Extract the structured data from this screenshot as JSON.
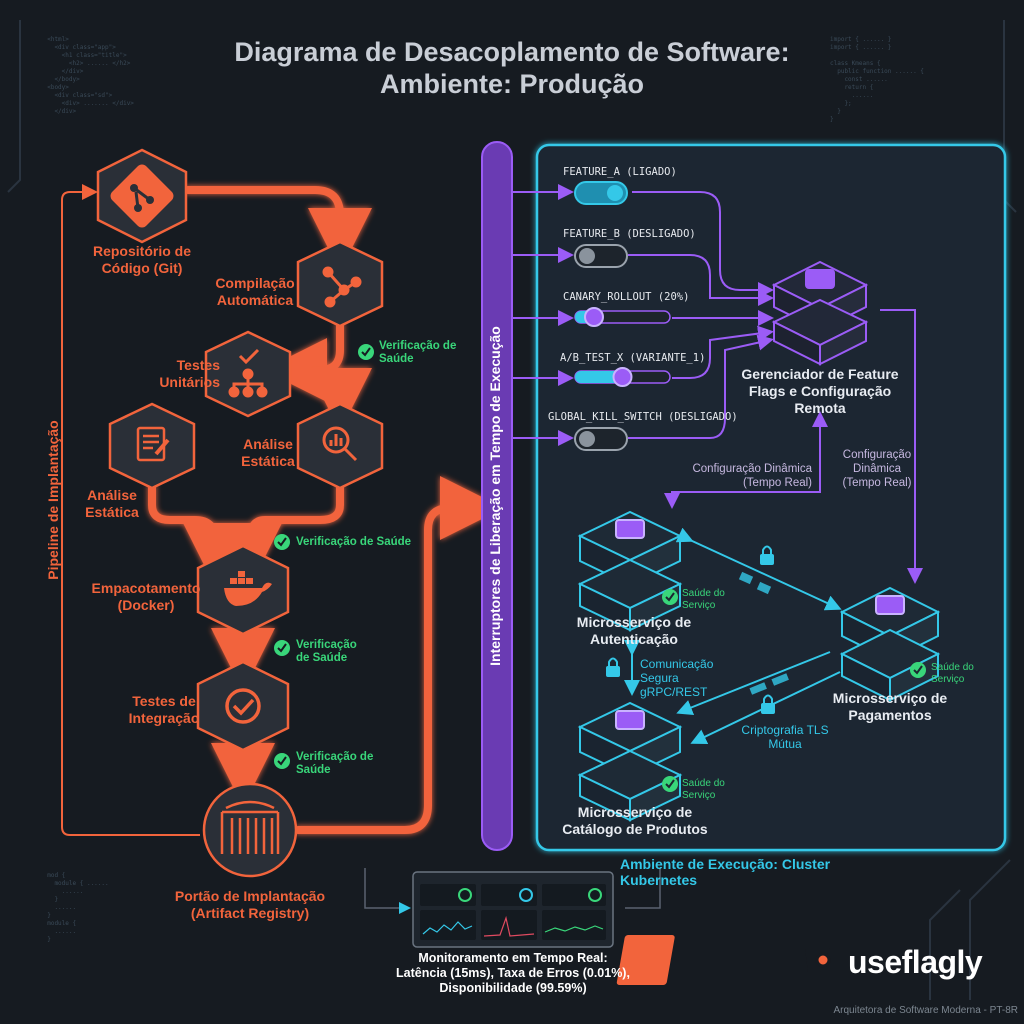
{
  "title": {
    "line1": "Diagrama de Desacoplamento de Software:",
    "line2": "Ambiente: Produção"
  },
  "pipeline": {
    "side_label": "Pipeline de Implantação",
    "nodes": [
      {
        "label": "Repositório de Código (Git)",
        "icon": "git-icon"
      },
      {
        "label": "Compilação Automática",
        "icon": "build-graph-icon"
      },
      {
        "label": "Testes Unitários",
        "icon": "hierarchy-check-icon"
      },
      {
        "label": "Análise Estática",
        "icon": "magnifier-chart-icon"
      },
      {
        "label": "Análise Estática",
        "icon": "document-edit-icon"
      },
      {
        "label": "Empacotamento (Docker)",
        "icon": "docker-icon"
      },
      {
        "label": "Testes de Integração",
        "icon": "check-circle-icon"
      },
      {
        "label": "Portão de Implantação (Artifact Registry)",
        "icon": "gate-icon"
      }
    ],
    "health_checks": [
      "Verificação de Saúde",
      "Verificação de Saúde",
      "Verificação de Saúde",
      "Verificação de Saúde"
    ]
  },
  "toggles_bar": {
    "label": "Interruptores de Liberação em Tempo de Execução"
  },
  "flags": [
    {
      "name": "FEATURE_A (LIGADO)",
      "kind": "switch",
      "on": true
    },
    {
      "name": "FEATURE_B (DESLIGADO)",
      "kind": "switch",
      "on": false
    },
    {
      "name": "CANARY_ROLLOUT (20%)",
      "kind": "slider",
      "level": 0.2
    },
    {
      "name": "A/B_TEST_X (VARIANTE_1)",
      "kind": "slider",
      "level": 0.5
    },
    {
      "name": "GLOBAL_KILL_SWITCH (DESLIGADO)",
      "kind": "switch",
      "on": false
    }
  ],
  "feature_manager": {
    "label": "Gerenciador de Feature Flags e Configuração Remota"
  },
  "dynamic_config": [
    "Configuração Dinâmica (Tempo Real)",
    "Configuração Dinâmica (Tempo Real)"
  ],
  "services": {
    "auth": {
      "label": "Microsserviço de Autenticação",
      "health": "Saúde do Serviço"
    },
    "payments": {
      "label": "Microsserviço de Pagamentos",
      "health": "Saúde do Serviço"
    },
    "catalog": {
      "label": "Microsserviço de Catálogo de Produtos",
      "health": "Saúde do Serviço"
    }
  },
  "links": {
    "secure_comm": "Comunicação Segura gRPC/REST",
    "mtls": "Criptografia TLS Mútua"
  },
  "cluster": {
    "label": "Ambiente de Execução: Cluster Kubernetes"
  },
  "monitoring": {
    "label_l1": "Monitoramento em Tempo Real:",
    "label_l2": "Latência (15ms), Taxa de Erros (0.01%),",
    "label_l3": "Disponibilidade (99.59%)"
  },
  "brand": {
    "name": "useflagly"
  },
  "footer": "Arquitetora de Software Moderna - PT-8R",
  "colors": {
    "orange": "#f2643c",
    "purple": "#9b5cf6",
    "cyan": "#34c8e8",
    "green": "#39d67a",
    "background": "#161b21"
  }
}
